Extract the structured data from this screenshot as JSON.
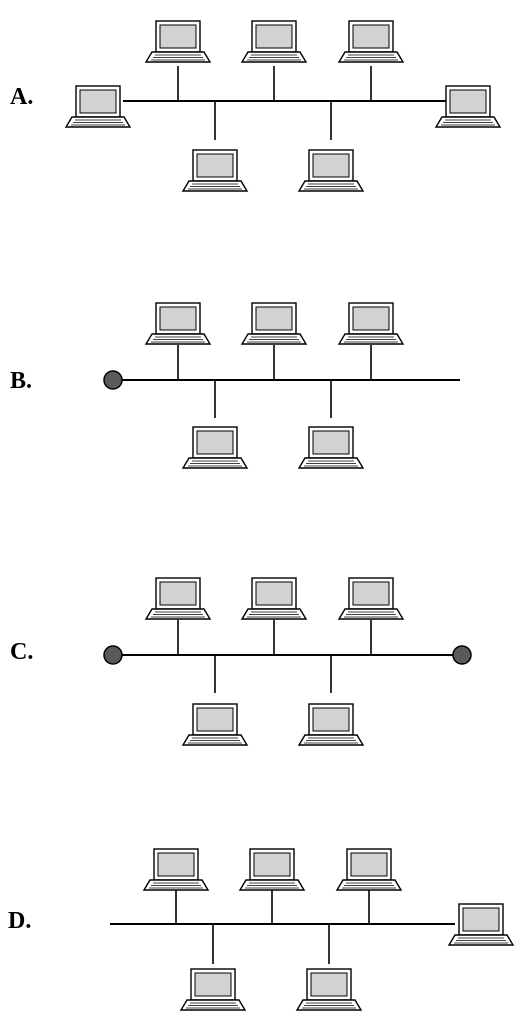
{
  "options": [
    {
      "id": "A",
      "label": "A.",
      "terminators": "none",
      "bus_ends": "laptops"
    },
    {
      "id": "B",
      "label": "B.",
      "terminators": "left",
      "bus_ends": "left-terminator-right-open"
    },
    {
      "id": "C",
      "label": "C.",
      "terminators": "both",
      "bus_ends": "both-terminators"
    },
    {
      "id": "D",
      "label": "D.",
      "terminators": "none",
      "bus_ends": "left-open-right-laptop"
    }
  ],
  "icons": {
    "computer": "laptop-icon",
    "terminator": "terminator-circle"
  },
  "colors": {
    "line": "#000000",
    "screen": "#d2d2d2",
    "terminator": "#5a5a5a"
  }
}
